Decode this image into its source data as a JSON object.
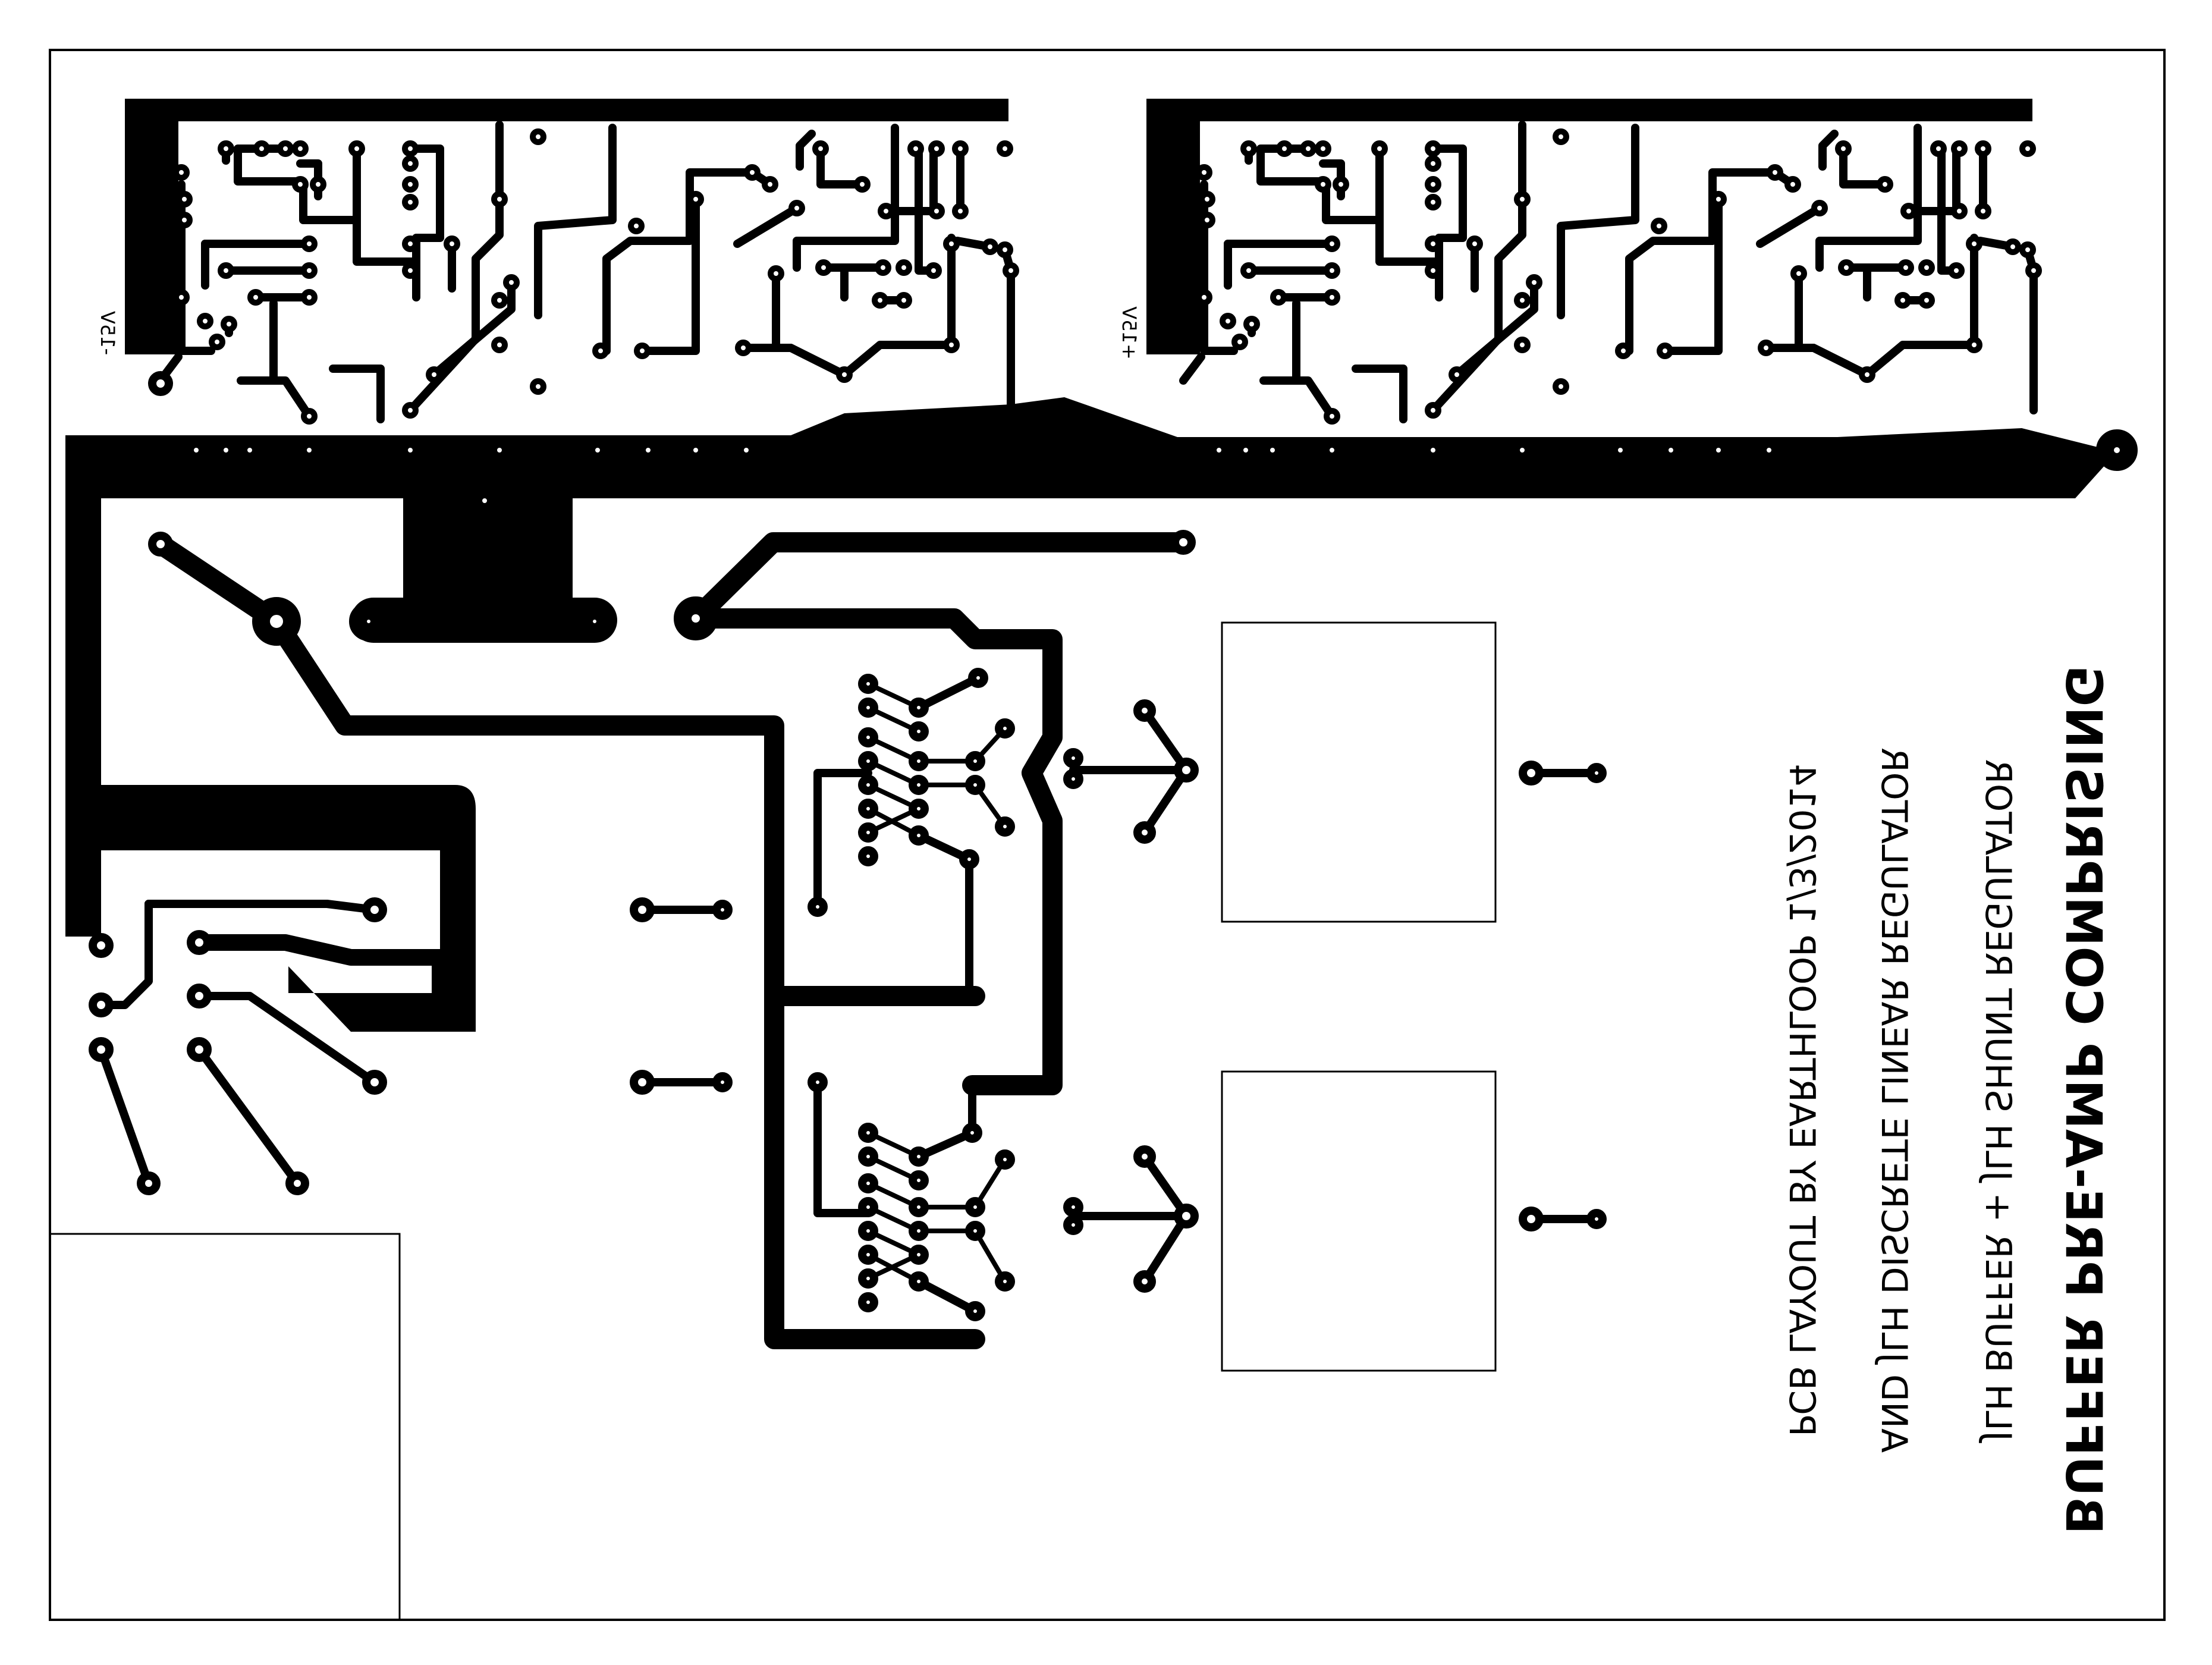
{
  "title_lines": [
    "BUFFER PRE-AMP COMPRISING",
    "JLH BUFFER + JLH SHUNT REGULATOR",
    "AND JLH DISCRETE LINEAR REGULATOR",
    "PCB LAYOUT BY EARTHLOOP 1/3/2014"
  ],
  "rail_labels": {
    "negative": "-15V",
    "positive": "+15V"
  },
  "colors": {
    "copper": "#000000",
    "board": "#ffffff"
  }
}
